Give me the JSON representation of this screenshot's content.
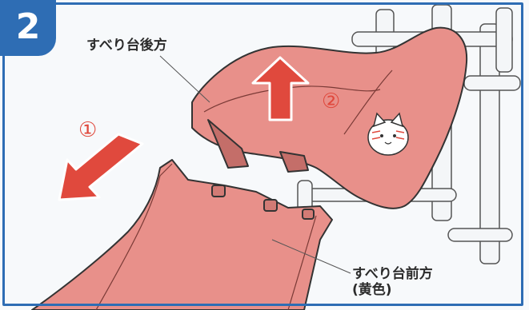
{
  "step": {
    "number": "2"
  },
  "labels": {
    "slide_rear": "すべり台後方",
    "slide_front_line1": "すべり台前方",
    "slide_front_line2": "(黄色)"
  },
  "markers": {
    "one": "①",
    "two": "②"
  },
  "colors": {
    "frame_blue": "#2e6db4",
    "slide_pink": "#e8908a",
    "arrow_red": "#e0493d",
    "pipe_white": "#f4f6f8",
    "line_dark": "#333333"
  },
  "icons": {
    "cat_sticker": "cat-face-icon",
    "arrow_up": "arrow-up-icon",
    "arrow_down_left": "arrow-down-left-icon"
  }
}
